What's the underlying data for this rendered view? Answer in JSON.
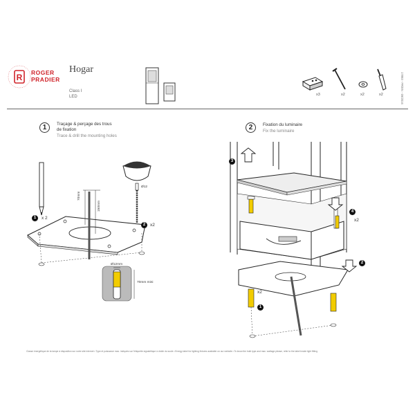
{
  "brand": {
    "name_line1": "ROGER",
    "name_line2": "PRADIER",
    "ring_text": "CREATEUR D'ECLAIRAGE",
    "accent": "#d0232a",
    "logo_letter": "R"
  },
  "product": {
    "name": "Hogar",
    "class": "Class I",
    "source": "LED"
  },
  "accessories": [
    {
      "icon": "connector-block-icon",
      "qty": "x3"
    },
    {
      "icon": "screw-icon",
      "qty": "x2"
    },
    {
      "icon": "washer-icon",
      "qty": "x2"
    },
    {
      "icon": "wall-plug-screw-icon",
      "qty": "x2"
    }
  ],
  "side_code": "17893 - FR/EN - 09/2016",
  "steps": [
    {
      "number": "1",
      "title_fr_1": "Traçage & perçage des trous",
      "title_fr_2": "de fixation",
      "title_en": "Trace & drill the mounting holes"
    },
    {
      "number": "2",
      "title_fr_1": "Fixation du luminaire",
      "title_en": "Fix the luminaire"
    }
  ],
  "step1": {
    "dim_70": "70mm",
    "dim_150": "150mm",
    "drill_dia": "Ø12",
    "hole_dia": "Ø12mm",
    "depth": "70mm mini",
    "marker_qty": "x 2",
    "plate_qty": "x2",
    "badge_1": "1",
    "badge_2": "2"
  },
  "step2": {
    "badge_1": "1",
    "badge_2": "2",
    "badge_3": "3",
    "badge_4": "4",
    "qty_top": "x2",
    "qty_bottom": "x2"
  },
  "footer": "Classe énergétique de la lampe à disposition sur notre site internet  •  Type et puissance max. indiqués sur l'étiquette signalétique à droite du socle  •  Energy label for lighting fixtures available on our website  •  To know the bulb type and max. wattage please, refer to the label inside light fitting"
}
